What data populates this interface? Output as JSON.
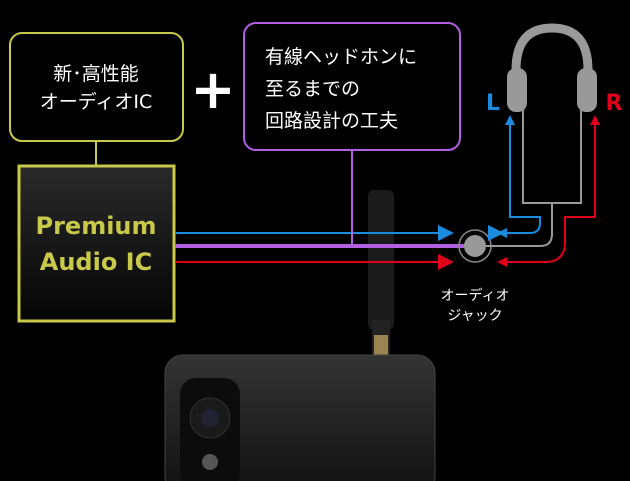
{
  "feature_box": {
    "line1": "新･高性能",
    "line2": "オーディオIC"
  },
  "plus": "+",
  "design_box": {
    "line1": "有線ヘッドホンに",
    "line2": "至るまでの",
    "line3": "回路設計の工夫"
  },
  "chip": {
    "line1": "Premium",
    "line2": "Audio IC"
  },
  "channels": {
    "left": "L",
    "right": "R"
  },
  "jack_label": {
    "line1": "オーディオ",
    "line2": "ジャック"
  },
  "colors": {
    "yellow": "#c8c84a",
    "purple": "#b060e0",
    "blue": "#1a8ce0",
    "red": "#e0001a",
    "gray": "#999999"
  }
}
